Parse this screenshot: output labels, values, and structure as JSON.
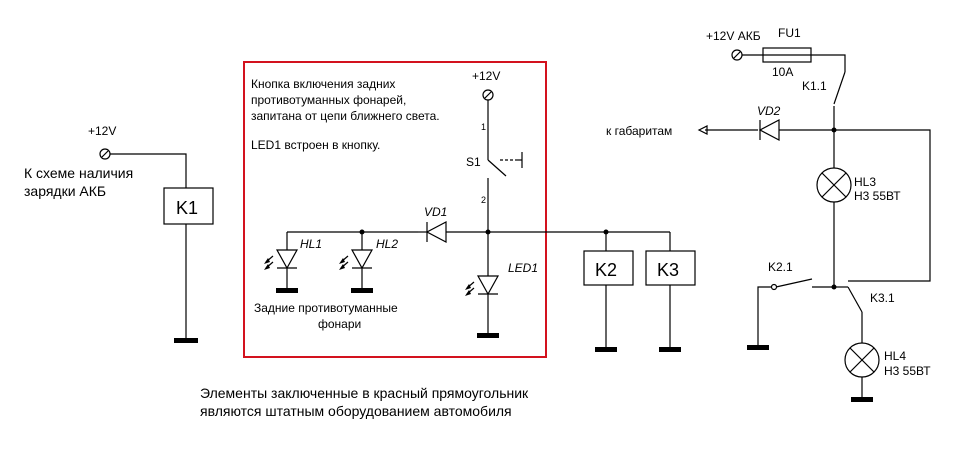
{
  "labels": {
    "left_power": "+12V",
    "left_note_1": "К схеме наличия",
    "left_note_2": "зарядки АКБ",
    "k1": "K1",
    "k2": "K2",
    "k3": "K3",
    "button_note_1": "Кнопка включения задних",
    "button_note_2": "противотуманных фонарей,",
    "button_note_3": "запитана от цепи ближнего света.",
    "led_note": "LED1 встроен в кнопку.",
    "mid_power": "+12V",
    "pin1": "1",
    "pin2": "2",
    "s1": "S1",
    "vd1": "VD1",
    "hl1": "HL1",
    "hl2": "HL2",
    "led1": "LED1",
    "rear_fog_1": "Задние противотуманные",
    "rear_fog_2": "фонари",
    "right_power": "+12V АКБ",
    "fu1": "FU1",
    "fuse_rating": "10A",
    "k1_1": "K1.1",
    "vd2": "VD2",
    "to_markers": "к габаритам",
    "hl3": "HL3",
    "hl3_type": "Н3 55ВТ",
    "k2_1": "K2.1",
    "k3_1": "K3.1",
    "hl4": "HL4",
    "hl4_type": "Н3 55ВТ",
    "bottom_note_1": "Элементы заключенные в красный прямоугольник",
    "bottom_note_2": "являются штатным оборудованием автомобиля"
  },
  "colors": {
    "frame": "#d3121e",
    "wire": "#000000",
    "background": "#ffffff"
  }
}
